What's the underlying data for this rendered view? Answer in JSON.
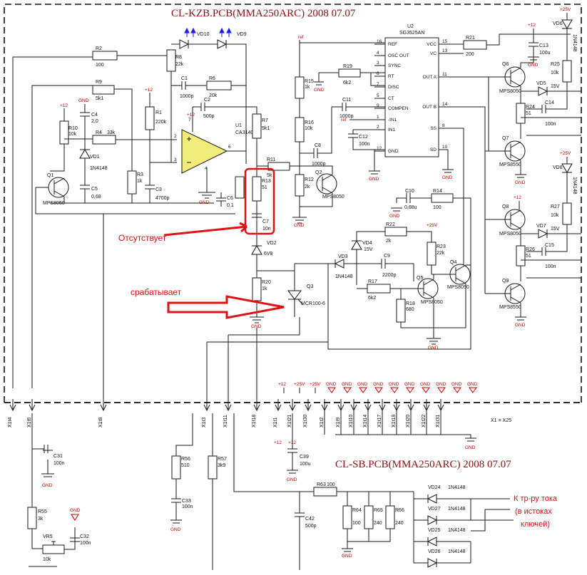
{
  "titles": {
    "top": "CL-KZB.PCB(MMA250ARC)   2008 07.07",
    "bottom": "CL-SB.PCB(MMA250ARC)   2008 07.07"
  },
  "notes": {
    "missing": "Отсутствует",
    "triggers": "срабатывает",
    "current_line1": "К тр-ру тока",
    "current_line2": "(в истоках",
    "current_line3": "ключей)",
    "x_eq": "X1 = X25"
  },
  "ic": {
    "name": "U2",
    "part": "SG3525AN",
    "left_pins": [
      {
        "n": "16",
        "name": "REF"
      },
      {
        "n": "4",
        "name": "OSC OUT"
      },
      {
        "n": "3",
        "name": "SYNC"
      },
      {
        "n": "6",
        "name": "RT"
      },
      {
        "n": "7",
        "name": "DISC"
      },
      {
        "n": "5",
        "name": "CT"
      },
      {
        "n": "9",
        "name": "COMPEN"
      },
      {
        "n": "1",
        "name": "-IN1"
      },
      {
        "n": "2",
        "name": "IN1"
      },
      {
        "n": "12",
        "name": "GND"
      }
    ],
    "right_pins": [
      {
        "n": "15",
        "name": "VCC"
      },
      {
        "n": "13",
        "name": "VC"
      },
      {
        "n": "11",
        "name": "OUT A"
      },
      {
        "n": "14",
        "name": "OUT B"
      },
      {
        "n": "8",
        "name": "SS"
      },
      {
        "n": "10",
        "name": "SD"
      }
    ]
  },
  "opamp": {
    "name": "U1",
    "part": "CA3140",
    "pins": [
      "2",
      "3",
      "6",
      "7",
      "4"
    ]
  },
  "components": {
    "R2": "R2",
    "R2v": "100",
    "R9": "R9",
    "R9v": "5k1",
    "R8": "R8",
    "R8v": "22k",
    "C1": "C1",
    "C1v": "1000p",
    "R6": "R6",
    "R6v": "20k",
    "C2": "C2",
    "C2v": "500p",
    "R1": "R1",
    "R1v": "220k",
    "R10": "R10",
    "R10v": "10k",
    "R4": "R4",
    "R4v": "33k",
    "C4": "C4",
    "C4v": "2,0",
    "VD1": "VD1",
    "VD1v": "1N4148",
    "C5": "C5",
    "C5v": "0,68",
    "Q1": "Q1",
    "Q1v": "MPS8050",
    "R3": "R3",
    "R3v": "1k",
    "C3": "C3",
    "C3v": "4700p",
    "C6": "C6",
    "C6v": "0,1",
    "R7": "R7",
    "R7v": "5k1",
    "R11": "R11",
    "R11v": "5k",
    "R13": "R13",
    "R13v": "51",
    "C7": "C7",
    "C7v": "10n",
    "VD2": "VD2",
    "VD2v": "6V8",
    "R20": "R20",
    "R20v": "1k",
    "Q3": "Q3",
    "Q3v": "MCR100-6",
    "VD10": "VD10",
    "VD9": "VD9",
    "R15": "R15",
    "R15v": "1k",
    "R16": "R16",
    "R16v": "10k",
    "R19": "R19",
    "R19v": "6k2",
    "C11": "C11",
    "C11v": "1000p",
    "C12": "C12",
    "C12v": "100n",
    "C8": "C8",
    "C8v": "1000p",
    "R12": "R12",
    "R12v": "2k",
    "Q2": "Q2",
    "Q2v": "MPS8050",
    "R21": "R21",
    "R21v": "200",
    "C10": "C10",
    "C10v": "0,68u",
    "R14": "R14",
    "R14v": "100",
    "R22": "R22",
    "R22v": "2k",
    "VD4": "VD4",
    "VD4v": "15V",
    "R23": "R23",
    "R23v": "22k",
    "VD3": "VD3",
    "VD3v": "1N4148",
    "C9": "C9",
    "C9v": "2200p",
    "R17": "R17",
    "R17v": "6k2",
    "R18": "R18",
    "R18v": "680",
    "Q5": "Q5",
    "Q5v": "MPS8050",
    "Q4": "Q4",
    "Q4v": "MPS8050",
    "Q6": "Q6",
    "Q6v": "MPS8050",
    "Q7": "Q7",
    "Q7v": "MPS8550",
    "Q8": "Q8",
    "Q8v": "MPS8050",
    "Q9": "Q9",
    "Q9v": "MPS8550",
    "C13": "C13",
    "C13v": "100u",
    "VD6": "VD6",
    "VD6v": "1N4148",
    "R25": "R25",
    "R25v": "10k",
    "VD5": "VD5",
    "VD5v": "15V",
    "C14": "C14",
    "C14v": "100n",
    "R24": "R24",
    "R24v": "51",
    "VD8": "VD8",
    "VD8v": "1N4148",
    "R27": "R27",
    "R27v": "10k",
    "VD7": "VD7",
    "VD7v": "15V",
    "C15": "C15",
    "C15v": "100n",
    "R26": "R26",
    "R26v": "51",
    "C31": "C31",
    "C31v": "100n",
    "R55": "R55",
    "R55v": "3k",
    "VR5": "VR5",
    "VR5v": "10k",
    "C32": "C32",
    "C32v": "100n",
    "R56": "R56",
    "R56v": "510",
    "C33": "C33",
    "C33v": "100n",
    "R57": "R57",
    "R57v": "3k9",
    "C39": "C39",
    "C39v": "100u",
    "R63": "R63",
    "R63v": "100",
    "C42": "C42",
    "C42v": "500p",
    "R64": "R64",
    "R64v": "100",
    "R65": "R65",
    "R65v": "240",
    "R66": "R66",
    "R66v": "240",
    "VD24": "VD24",
    "VD27": "VD27",
    "VD25": "VD25",
    "VD26": "VD26",
    "Dv": "1N4148"
  },
  "power": {
    "p12": "+12",
    "p25": "+25V",
    "gnd": "GND",
    "ref": "ref"
  },
  "connectors": [
    "X1t4",
    "X1t6",
    "X1t8",
    "X1t3",
    "X1t11",
    "X1t18",
    "X1t1",
    "X1t21",
    "X1t30",
    "X1t2",
    "X1t9",
    "X1t10",
    "X1t14",
    "X1t17",
    "X1t19",
    "X1t20",
    "X1t22",
    "X1t31"
  ]
}
